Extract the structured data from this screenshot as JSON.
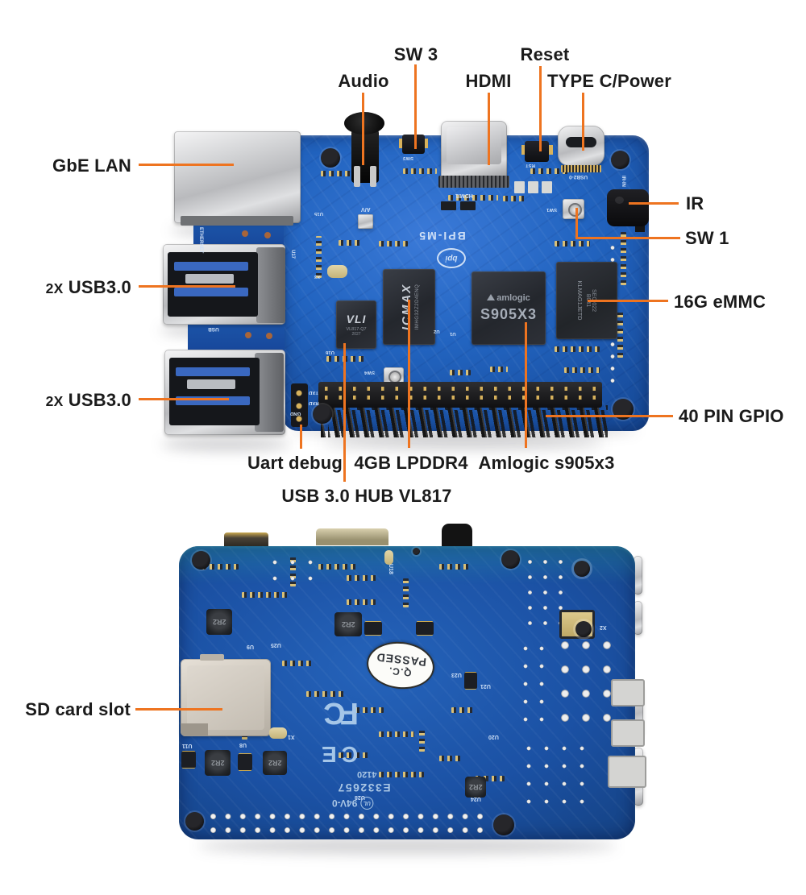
{
  "colors": {
    "callout_line": "#ee7420",
    "label_text": "#1b1b1b",
    "pcb_top_blue": "#2264c0",
    "pcb_bottom_blue": "#1b51a4",
    "silkscreen": "#cfe0f6",
    "chip_body": "#26292f"
  },
  "labels": {
    "audio": "Audio",
    "sw3": "SW 3",
    "hdmi": "HDMI",
    "reset": "Reset",
    "typec": "TYPE C/Power",
    "gbe_lan": "GbE LAN",
    "usb30_prefix": "2X",
    "usb30_name": "USB3.0",
    "ir": "IR",
    "sw1": "SW 1",
    "emmc": "16G eMMC",
    "gpio": "40 PIN GPIO",
    "uart_debug": "Uart debug",
    "lpddr4": "4GB LPDDR4",
    "soc": "Amlogic s905x3",
    "usb_hub": "USB 3.0 HUB VL817",
    "sd_card": "SD card slot"
  },
  "top_board": {
    "silk": {
      "model": "BPI-M5",
      "logo": "bpi",
      "ethernet": "ETHERNET",
      "usb": "USB",
      "av": "A/V",
      "hdmi": "HDMI1",
      "txd": "TXD",
      "rxd": "RXD",
      "gnd": "GND",
      "ir_in": "IR-IN",
      "usb2_0": "USB2-0",
      "sw1": "SW1",
      "sw3": "SW3",
      "sw4": "SW4",
      "rst": "RST",
      "u15": "U15",
      "u16": "U16",
      "u17": "U17",
      "x3": "X3",
      "u1": "U1",
      "u2": "U2"
    },
    "chips": {
      "usb_hub": {
        "logo": "VLI",
        "part": "VL817-Q7",
        "date": "2027"
      },
      "ram": {
        "logo": "ICMAX",
        "part": "IMHG32Z2D4ENQ"
      },
      "soc": {
        "brand": "amlogic",
        "part": "S905X3"
      },
      "emmc": {
        "mfr": "SEC 022",
        "code": "B041",
        "part": "KLMAG1JETD"
      }
    }
  },
  "bottom_board": {
    "sticker": {
      "line1": "Q.C.",
      "line2": "PASSED"
    },
    "marks": {
      "fcc": "FC",
      "ce": "CE",
      "ul": "UL",
      "ul_file": "E332657",
      "flammability": "94V-0",
      "date_code": "4120"
    },
    "inductor": "2R2",
    "refs": {
      "u18": "U18",
      "u25": "U25",
      "u9": "U9",
      "u23": "U23",
      "u21": "U21",
      "x2": "X2",
      "u20": "U20",
      "u24": "U24",
      "u28": "U28",
      "u11": "U11",
      "u8": "U8",
      "x1": "X1"
    }
  }
}
